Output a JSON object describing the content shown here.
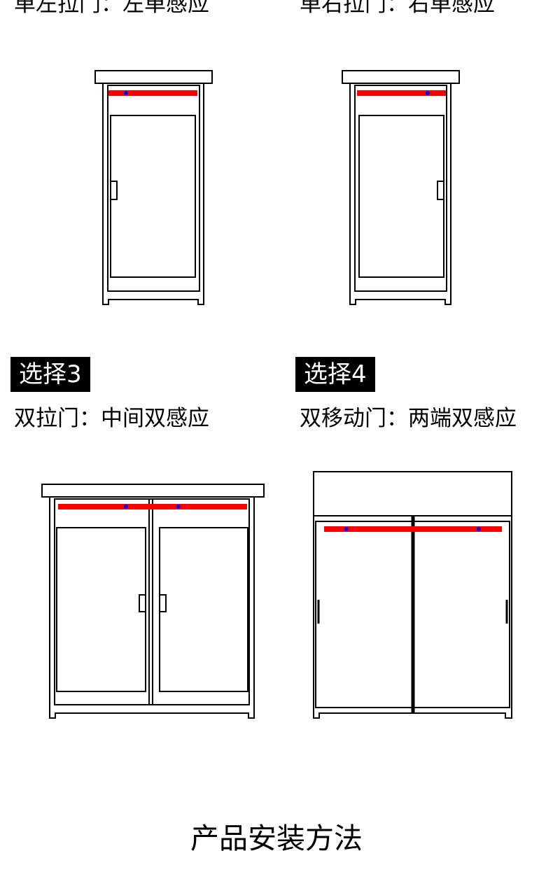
{
  "colors": {
    "line": "#000000",
    "sensor_bar": "#ff0000",
    "sensor_dot": "#0000ff",
    "badge_bg": "#000000",
    "badge_text": "#ffffff"
  },
  "options": [
    {
      "caption": "单左拉门：左单感应"
    },
    {
      "caption": "单右拉门：右单感应"
    },
    {
      "badge": "选择3",
      "caption": "双拉门：中间双感应"
    },
    {
      "badge": "选择4",
      "caption": "双移动门：两端双感应"
    }
  ],
  "footer": {
    "title": "产品安装方法"
  }
}
